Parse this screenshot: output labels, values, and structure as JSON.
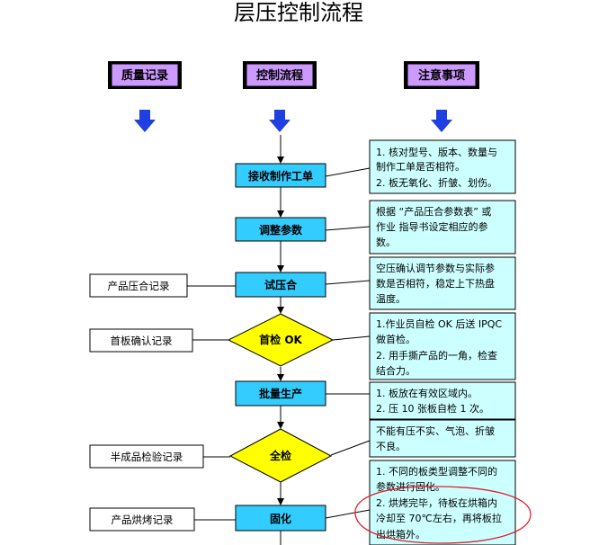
{
  "title": "层压控制流程",
  "headers": {
    "quality": "质量记录",
    "control": "控制流程",
    "notes": "注意事项"
  },
  "steps": {
    "receive": "接收制作工单",
    "adjust": "调整参数",
    "trial": "试压合",
    "first": "首检 OK",
    "batch": "批量生产",
    "full": "全检",
    "cure": "固化"
  },
  "records": {
    "trial": "产品压合记录",
    "first": "首板确认记录",
    "full": "半成品检验记录",
    "cure": "产品烘烤记录"
  },
  "notes": {
    "receive": [
      "1. 核对型号、版本、数量与",
      "制作工单是否相符。",
      "2. 板无氧化、折皱、划伤。"
    ],
    "adjust": [
      "根据 “产品压合参数表” 或",
      "作业 指导书设定相应的参",
      "数。"
    ],
    "trial": [
      "空压确认调节参数与实际参",
      "数是否相符，稳定上下热盘",
      "温度。"
    ],
    "first": [
      "1.作业员自检 OK 后送 IPQC",
      "做首检。",
      "2. 用手撕产品的一角，检查",
      "结合力。"
    ],
    "batch": [
      "1. 板放在有效区域内。",
      "2. 压 10 张板自检 1 次。"
    ],
    "full": [
      "不能有压不实、气泡、折皱",
      "不良。"
    ],
    "cure": [
      "1. 不同的板类型调整不同的",
      "参数进行固化。",
      "2. 烘烤完毕，待板在烘箱内",
      "冷却至 70℃左右，再将板拉",
      "出烘箱外。"
    ]
  }
}
